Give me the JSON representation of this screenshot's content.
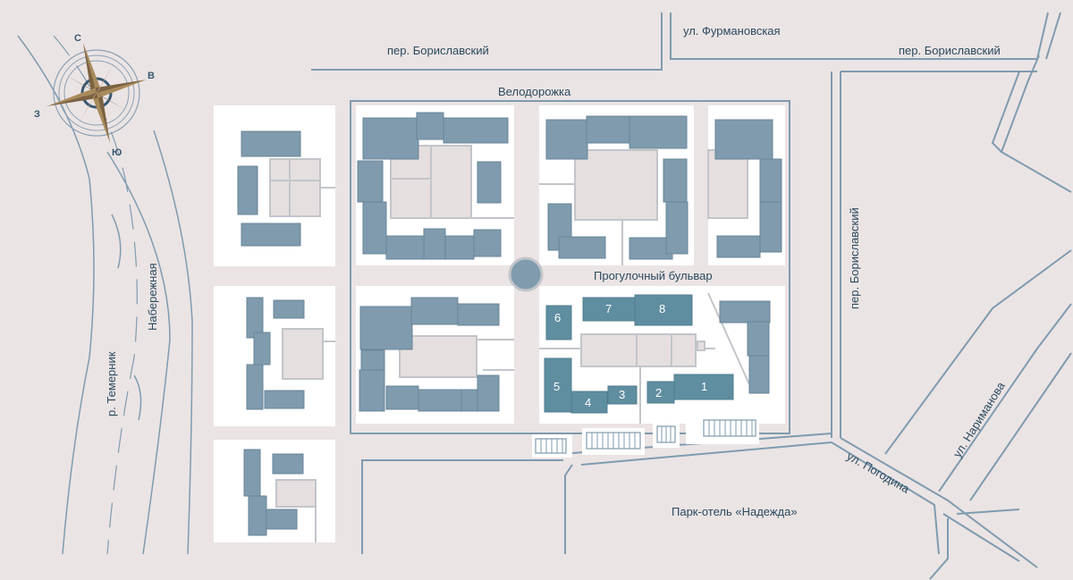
{
  "streets": {
    "borislavsky_top_left": "пер. Бориславский",
    "furmanovskaya": "ул. Фурмановская",
    "borislavsky_top_right": "пер. Бориславский",
    "borislavsky_vertical": "пер. Бориславский",
    "pogodina": "ул. Погодина",
    "narimanova": "ул. Нариманова",
    "naberezhnaya": "Набережная"
  },
  "landmarks": {
    "bike_path": "Велодорожка",
    "boulevard": "Прогулочный бульвар",
    "river": "р. Темерник",
    "hotel": "Парк-отель «Надежда»"
  },
  "compass": {
    "north": "С",
    "east": "В",
    "south": "Ю",
    "west": "З"
  },
  "buildings": [
    "1",
    "2",
    "3",
    "4",
    "5",
    "6",
    "7",
    "8"
  ],
  "colors": {
    "background": "#ebe4e4",
    "block": "#ffffff",
    "building": "#7f9bad",
    "highlight_building": "#5f8ea0",
    "road_line": "#7f9bb0",
    "label": "#2b4a5f",
    "compass_gold": "#a98a5b"
  }
}
